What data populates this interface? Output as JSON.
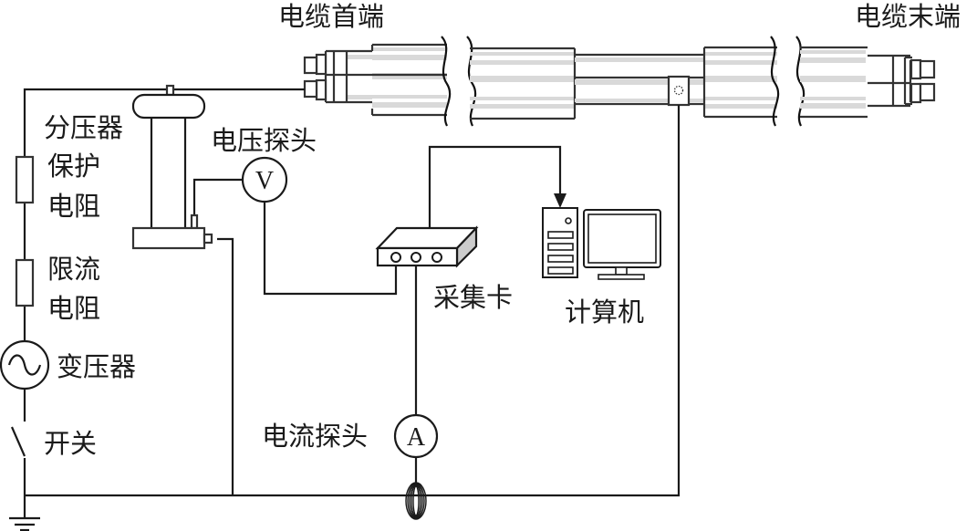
{
  "labels": {
    "cable_head": "电缆首端",
    "cable_end": "电缆末端",
    "divider": "分压器",
    "voltage_probe": "电压探头",
    "protect_res_1": "保护",
    "protect_res_2": "电阻",
    "limit_res_1": "限流",
    "limit_res_2": "电阻",
    "transformer": "变压器",
    "switch": "开关",
    "daq_card": "采集卡",
    "computer": "计算机",
    "current_probe": "电流探头"
  },
  "symbols": {
    "voltmeter": "V",
    "ammeter": "A"
  },
  "colors": {
    "line": "#1a1a1a",
    "cable_band": "#d9d9d9",
    "daq_side": "#cccccc"
  }
}
